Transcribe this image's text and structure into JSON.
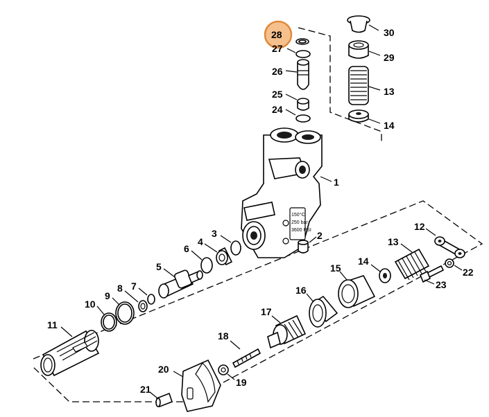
{
  "highlight": {
    "label": "28",
    "color": "#e0893a"
  },
  "callouts": [
    {
      "id": "1",
      "label": "1"
    },
    {
      "id": "2",
      "label": "2"
    },
    {
      "id": "3",
      "label": "3"
    },
    {
      "id": "4",
      "label": "4"
    },
    {
      "id": "5",
      "label": "5"
    },
    {
      "id": "6",
      "label": "6"
    },
    {
      "id": "7",
      "label": "7"
    },
    {
      "id": "8",
      "label": "8"
    },
    {
      "id": "9",
      "label": "9"
    },
    {
      "id": "10",
      "label": "10"
    },
    {
      "id": "11",
      "label": "11"
    },
    {
      "id": "12",
      "label": "12"
    },
    {
      "id": "13a",
      "label": "13"
    },
    {
      "id": "13b",
      "label": "13"
    },
    {
      "id": "14a",
      "label": "14"
    },
    {
      "id": "14b",
      "label": "14"
    },
    {
      "id": "15",
      "label": "15"
    },
    {
      "id": "16",
      "label": "16"
    },
    {
      "id": "17",
      "label": "17"
    },
    {
      "id": "18",
      "label": "18"
    },
    {
      "id": "19",
      "label": "19"
    },
    {
      "id": "20",
      "label": "20"
    },
    {
      "id": "21",
      "label": "21"
    },
    {
      "id": "22",
      "label": "22"
    },
    {
      "id": "23",
      "label": "23"
    },
    {
      "id": "24",
      "label": "24"
    },
    {
      "id": "25",
      "label": "25"
    },
    {
      "id": "26",
      "label": "26"
    },
    {
      "id": "27",
      "label": "27"
    },
    {
      "id": "29",
      "label": "29"
    },
    {
      "id": "30",
      "label": "30"
    }
  ],
  "housing_stamp": [
    "150°C",
    "250 bar",
    "3600 PSI"
  ]
}
